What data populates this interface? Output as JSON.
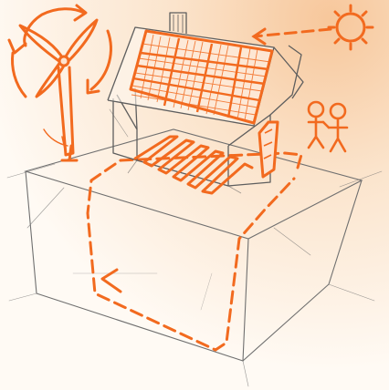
{
  "title": "",
  "colors": {
    "sketch_orange": "#f26a1f",
    "pencil_gray": "#6f6f6f",
    "paper": "#fbf1e4",
    "paper_glow": "#f7c79b"
  },
  "components": [
    {
      "name": "wind-turbine",
      "icon": "wind-turbine-icon"
    },
    {
      "name": "sun",
      "icon": "sun-icon"
    },
    {
      "name": "solar-panels",
      "icon": "solar-panel-icon"
    },
    {
      "name": "underfloor-heating",
      "icon": "heating-coil-icon"
    },
    {
      "name": "heat-pump",
      "icon": "heat-pump-icon"
    },
    {
      "name": "ground-loop",
      "icon": "ground-loop-icon"
    },
    {
      "name": "residents",
      "icon": "people-icon"
    }
  ]
}
